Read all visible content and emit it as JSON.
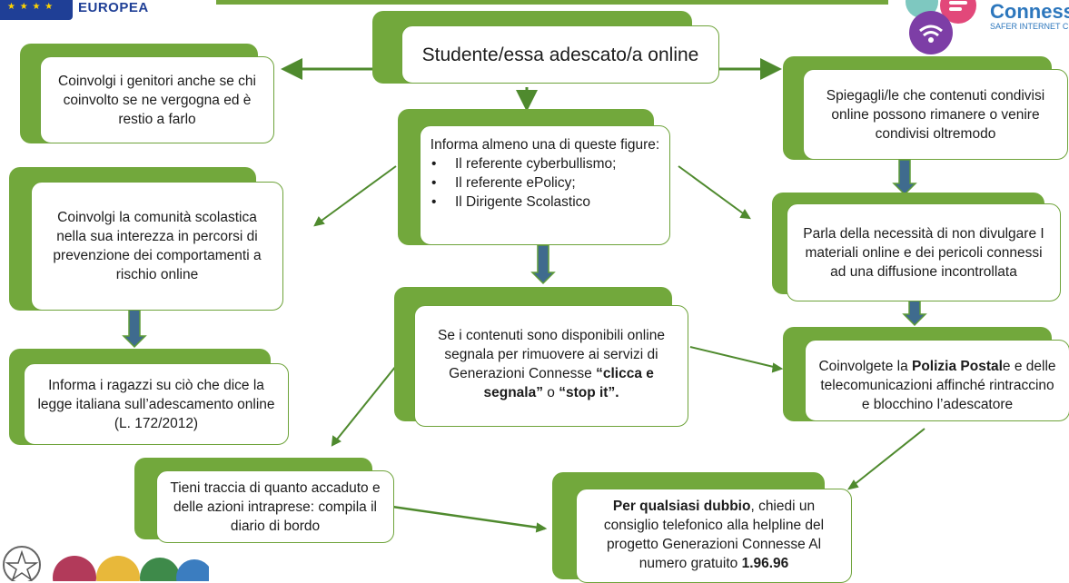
{
  "header": {
    "eu_text": "EUROPEA",
    "gc_title": "Conness",
    "gc_subtitle": "SAFER INTERNET CEN"
  },
  "colors": {
    "green": "#72a83c",
    "blue_arrow": "#2f5f8a",
    "eu_blue": "#1f3f96",
    "gc_blue": "#2d77bd"
  },
  "nodes": {
    "main": "Studente/essa adescato/a online",
    "left1": "Coinvolgi i genitori anche se chi coinvolto se ne vergogna ed è restio a farlo",
    "right1": "Spiegagli/le che contenuti condivisi online possono rimanere o venire condivisi oltremodo",
    "center1": {
      "head": "Informa almeno una di queste figure:",
      "items": [
        "Il referente cyberbullismo;",
        "Il referente ePolicy;",
        "Il Dirigente Scolastico"
      ]
    },
    "left2": "Coinvolgi la comunità scolastica nella sua interezza in percorsi di prevenzione dei comportamenti a rischio online",
    "right2": "Parla della necessità di non divulgare I materiali online e dei pericoli connessi ad una diffusione incontrollata",
    "center2": {
      "t1": "Se i contenuti sono disponibili online segnala per rimuovere ai servizi di  Generazioni Connesse ",
      "b1": "“clicca e segnala”",
      "t2": " o ",
      "b2": "“stop it”."
    },
    "left3": "Informa i ragazzi su ciò che dice la legge italiana sull’adescamento online (L. 172/2012)",
    "right3": {
      "t1": "Coinvolgete la ",
      "b1": "Polizia Postal",
      "t2": "e e delle telecomunicazioni affinché rintraccino e blocchino l’adescatore"
    },
    "bottom_left": "Tieni traccia di quanto accaduto e delle azioni intraprese: compila il diario di bordo",
    "bottom_right": {
      "b1": "Per qualsiasi dubbio",
      "t1": ", chiedi un consiglio telefonico alla helpline  del progetto Generazioni Connesse Al numero gratuito ",
      "b2": "1.96.96"
    }
  }
}
